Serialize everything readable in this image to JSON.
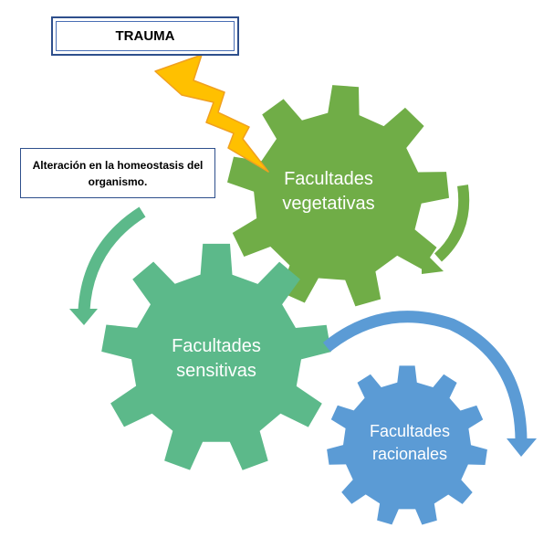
{
  "boxes": {
    "trauma": "TRAUMA",
    "alteration": "Alteración en la homeostasis del organismo."
  },
  "gears": {
    "vegetative": {
      "line1": "Facultades",
      "line2": "vegetativas",
      "color": "#70ad47"
    },
    "sensitive": {
      "line1": "Facultades",
      "line2": "sensitivas",
      "color": "#5cb98a"
    },
    "rational": {
      "line1": "Facultades",
      "line2": "racionales",
      "color": "#5b9bd5"
    }
  },
  "colors": {
    "lightning": "#ffc000",
    "lightning_outline": "#f0a020",
    "arrow_green": "#70ad47",
    "arrow_teal": "#5cb98a",
    "arrow_blue": "#5b9bd5",
    "box_border": "#2e4f8c"
  }
}
